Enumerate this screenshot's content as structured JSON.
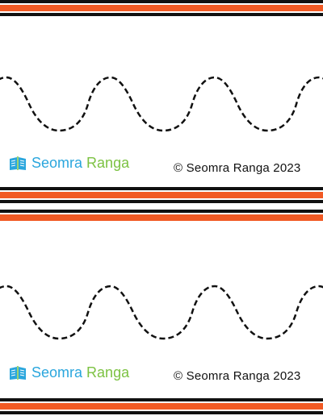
{
  "colors": {
    "black": "#111111",
    "orange": "#f15a24",
    "brand_blue": "#2aa6dd",
    "brand_green": "#7cc242"
  },
  "cards": [
    {
      "brand": {
        "word1": "Seomra",
        "word2": "Ranga",
        "icon": "open-book-icon"
      },
      "copyright": "© Seomra Ranga 2023"
    },
    {
      "brand": {
        "word1": "Seomra",
        "word2": "Ranga",
        "icon": "open-book-icon"
      },
      "copyright": "© Seomra Ranga 2023"
    }
  ]
}
